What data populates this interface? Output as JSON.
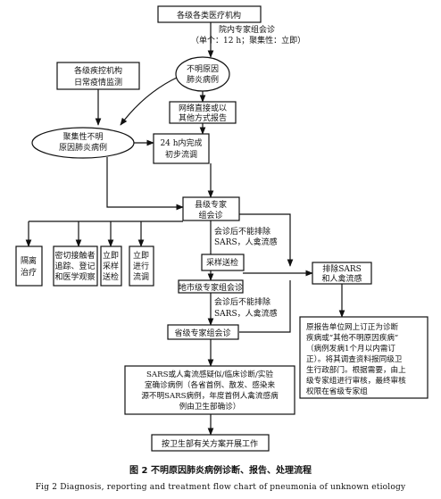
{
  "nodes": {
    "hospital": "各级各类医疗机构",
    "expert_note_1": "院内专家组会诊",
    "expert_note_2": "（单个：12 h；聚集性：立即）",
    "cdc_1": "各级疾控机构",
    "cdc_2": "日常疫情监测",
    "unknown_1": "不明原因",
    "unknown_2": "肺炎病例",
    "report_1": "网络直接或以",
    "report_2": "其他方式报告",
    "cluster_1": "聚集性不明",
    "cluster_2": "原因肺炎病例",
    "survey_1": "24 h内完成",
    "survey_2": "初步流调",
    "county_1": "县级专家",
    "county_2": "组会诊",
    "isolate_1": "隔离",
    "isolate_2": "治疗",
    "contacts_1": "密切接触者",
    "contacts_2": "追踪、登记",
    "contacts_3": "和医学观察",
    "sample1_1": "立即",
    "sample1_2": "采样",
    "sample1_3": "送检",
    "epi_1": "立即",
    "epi_2": "进行",
    "epi_3": "流调",
    "cannot1_1": "会诊后不能排除",
    "cannot1_2": "SARS，人禽流感",
    "sample2": "采样送检",
    "city": "地市级专家组会诊",
    "cannot2_1": "会诊后不能排除",
    "cannot2_2": "SARS，人禽流感",
    "province": "省级专家组会诊",
    "exclude_1": "排除SARS",
    "exclude_2": "和人禽流感",
    "revise_1": "原报告单位网上订正为诊断",
    "revise_2": "疾病或“其他不明原因疾病”",
    "revise_3": "（病例发病1个月以内需订",
    "revise_4": "正）。将其调查资料报同级卫",
    "revise_5": "生行政部门。根据需要，由上",
    "revise_6": "级专家组进行审核，最终审核",
    "revise_7": "权限在省级专家组",
    "diag_1": "SARS或人禽流感疑似/临床诊断/实验",
    "diag_2": "室确诊病例（各省首例、散发、感染来",
    "diag_3": "源不明SARS病例，年度首例人禽流感病",
    "diag_4": "例由卫生部确诊）",
    "moh": "按卫生部有关方案开展工作"
  },
  "caption": {
    "zh": "图 2   不明原因肺炎病例诊断、报告、处理流程",
    "en": "Fig 2   Diagnosis, reporting and treatment flow chart of pneumonia of unknown etiology"
  }
}
